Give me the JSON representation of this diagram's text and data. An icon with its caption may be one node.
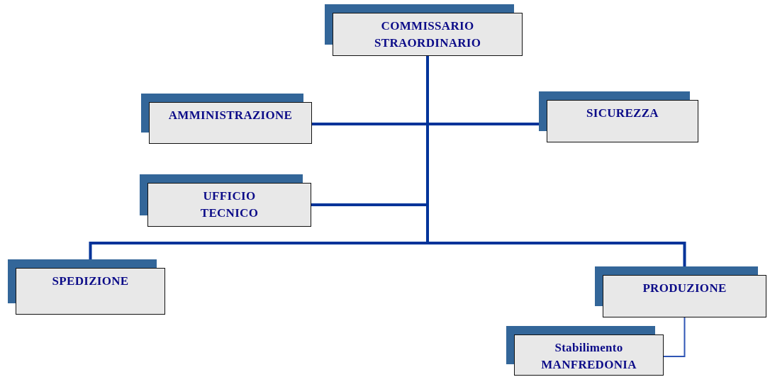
{
  "diagram": {
    "nodes": [
      {
        "text": [
          "COMMISSARIO STRAORDINARIO"
        ]
      },
      {
        "text": [
          "AMMINISTRAZIONE"
        ]
      },
      {
        "text": [
          "SICUREZZA"
        ]
      },
      {
        "text": [
          "UFFICIO TECNICO"
        ]
      },
      {
        "text": [
          "SPEDIZIONE"
        ]
      },
      {
        "text": [
          "PRODUZIONE"
        ]
      },
      {
        "text": [
          "Stabilimento MANFREDONIA"
        ]
      }
    ],
    "edges": [
      {
        "from": 0,
        "to": 1,
        "arrow": "none"
      },
      {
        "from": 0,
        "to": 2,
        "arrow": "none"
      },
      {
        "from": 0,
        "to": 3,
        "arrow": "none"
      },
      {
        "from": 0,
        "to": 4,
        "arrow": "none"
      },
      {
        "from": 0,
        "to": 5,
        "arrow": "none"
      },
      {
        "from": 5,
        "to": 6,
        "arrow": "none",
        "color": "#2f55b5"
      }
    ]
  }
}
